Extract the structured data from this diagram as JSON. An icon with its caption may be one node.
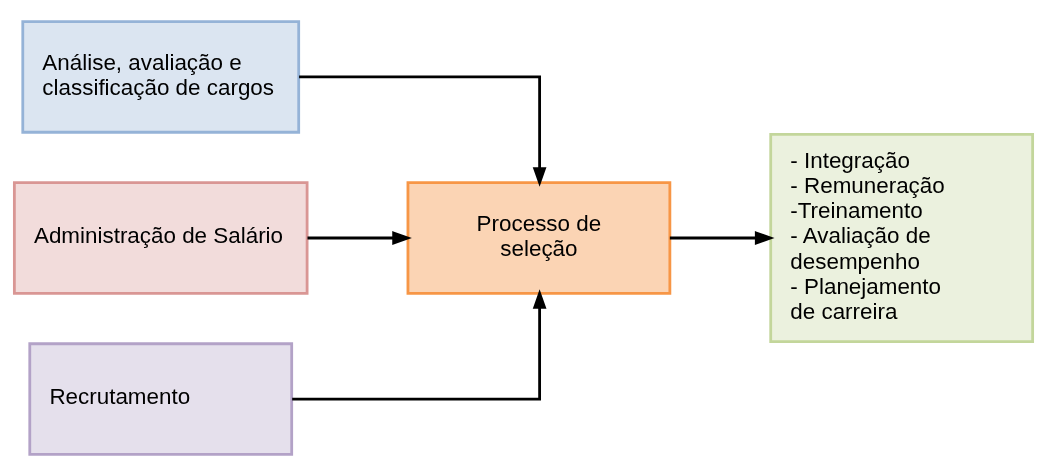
{
  "diagram": {
    "nodes": [
      {
        "text": [
          "Análise, avaliação e classificação de cargos"
        ]
      },
      {
        "text": [
          "Administração de Salário"
        ]
      },
      {
        "text": [
          "Recrutamento"
        ]
      },
      {
        "text": [
          "Processo de seleção"
        ]
      },
      {
        "text": [
          "- Integração",
          "- Remuneração",
          "-Treinamento",
          "- Avaliação de desempenho",
          "- Planejamento de carreira"
        ]
      }
    ],
    "edges": [
      {
        "from": 0,
        "to": 3,
        "arrow": "to"
      },
      {
        "from": 1,
        "to": 3,
        "arrow": "to"
      },
      {
        "from": 2,
        "to": 3,
        "arrow": "to"
      },
      {
        "from": 3,
        "to": 4,
        "arrow": "to"
      }
    ]
  }
}
